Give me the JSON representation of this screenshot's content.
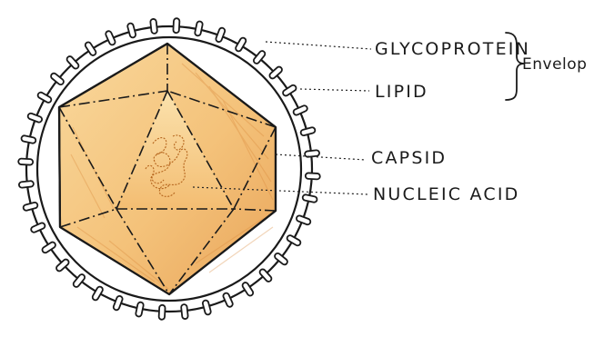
{
  "labels": {
    "glycoprotein": "GLYCOPROTEIN",
    "lipid": "LIPID",
    "capsid": "CAPSID",
    "nucleic_acid": "NUCLEIC ACID",
    "envelop": "Envelop"
  },
  "colors": {
    "ink": "#1a1a1a",
    "capsid_fill": "#f4c27a",
    "capsid_shade": "#e9a55a",
    "capsid_light": "#f9d89c",
    "nucleic_acid": "#b5651d",
    "envelope_fill": "#ffffff"
  },
  "structure": {
    "spike_count": 40
  }
}
